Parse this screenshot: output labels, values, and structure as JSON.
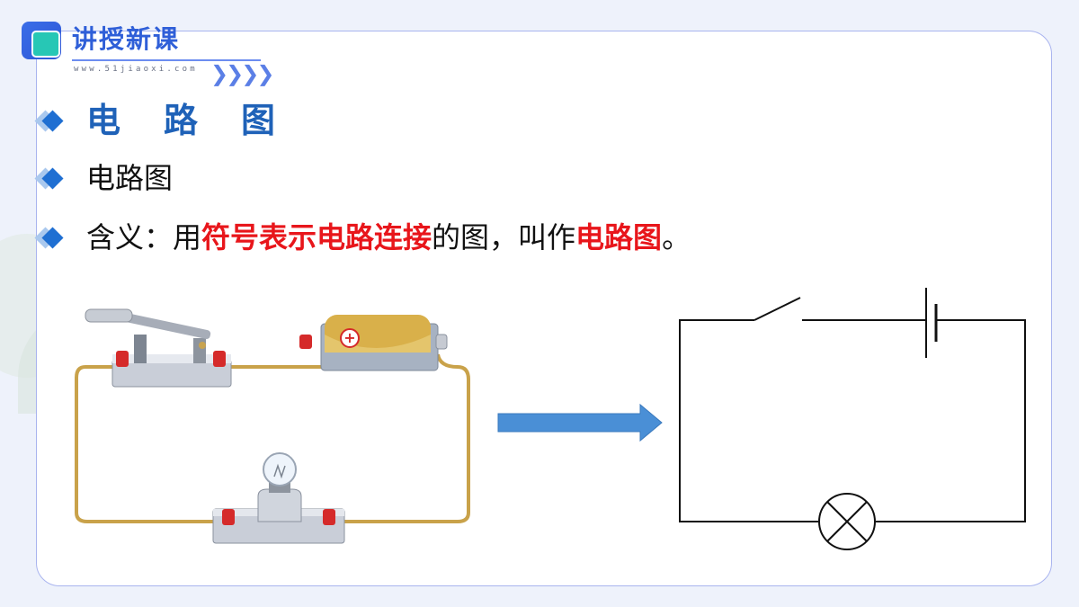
{
  "header": {
    "title": "讲授新课",
    "url": "www.51jiaoxi.com",
    "chevrons": "❯❯❯❯"
  },
  "bullets": {
    "heading": "电路图",
    "item2": "电路图",
    "item3": {
      "prefix": "含义：用",
      "highlight1": "符号表示电路连接",
      "middle": "的图，叫作",
      "highlight2": "电路图",
      "suffix": "。"
    }
  },
  "diagram": {
    "battery_sign": "+",
    "left_components": [
      "knife-switch",
      "battery",
      "bulb"
    ],
    "right_symbols": [
      "switch-symbol",
      "battery-symbol",
      "lamp-symbol"
    ]
  },
  "colors": {
    "accent": "#1f62b8",
    "highlight": "#e8161b",
    "wire": "#c9a24a",
    "arrow": "#4a8fd6"
  }
}
